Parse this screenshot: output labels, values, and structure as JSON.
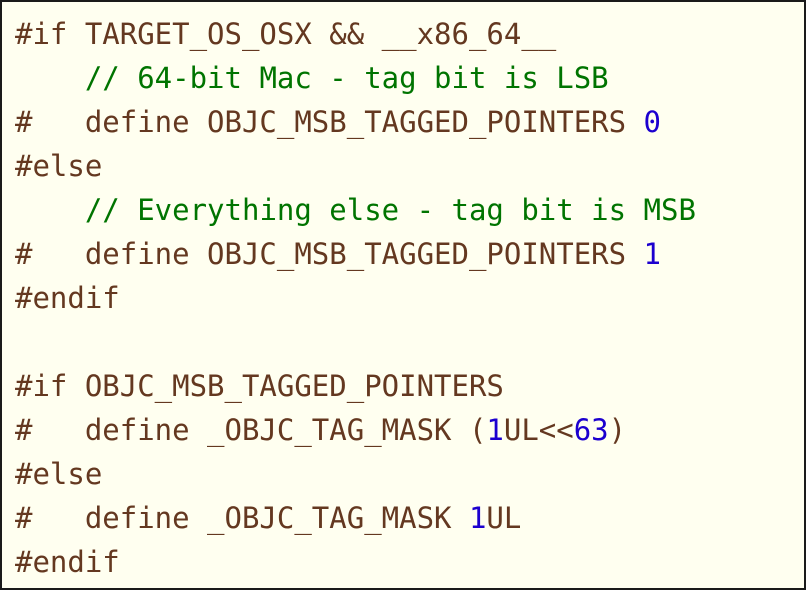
{
  "colors": {
    "background": "#fffff0",
    "preprocessor": "#643820",
    "comment": "#007400",
    "number": "#1c00cf",
    "border": "#1a1a1a"
  },
  "code": {
    "lines": [
      {
        "tokens": [
          {
            "type": "pp",
            "text": "#if TARGET_OS_OSX && __x86_64__"
          }
        ]
      },
      {
        "tokens": [
          {
            "type": "text",
            "text": "    "
          },
          {
            "type": "comment",
            "text": "// 64-bit Mac - tag bit is LSB"
          }
        ]
      },
      {
        "tokens": [
          {
            "type": "pp",
            "text": "#   define OBJC_MSB_TAGGED_POINTERS "
          },
          {
            "type": "num",
            "text": "0"
          }
        ]
      },
      {
        "tokens": [
          {
            "type": "pp",
            "text": "#else"
          }
        ]
      },
      {
        "tokens": [
          {
            "type": "text",
            "text": "    "
          },
          {
            "type": "comment",
            "text": "// Everything else - tag bit is MSB"
          }
        ]
      },
      {
        "tokens": [
          {
            "type": "pp",
            "text": "#   define OBJC_MSB_TAGGED_POINTERS "
          },
          {
            "type": "num",
            "text": "1"
          }
        ]
      },
      {
        "tokens": [
          {
            "type": "pp",
            "text": "#endif"
          }
        ]
      },
      {
        "tokens": []
      },
      {
        "tokens": [
          {
            "type": "pp",
            "text": "#if OBJC_MSB_TAGGED_POINTERS"
          }
        ]
      },
      {
        "tokens": [
          {
            "type": "pp",
            "text": "#   define _OBJC_TAG_MASK ("
          },
          {
            "type": "num",
            "text": "1"
          },
          {
            "type": "pp",
            "text": "UL<<"
          },
          {
            "type": "num",
            "text": "63"
          },
          {
            "type": "pp",
            "text": ")"
          }
        ]
      },
      {
        "tokens": [
          {
            "type": "pp",
            "text": "#else"
          }
        ]
      },
      {
        "tokens": [
          {
            "type": "pp",
            "text": "#   define _OBJC_TAG_MASK "
          },
          {
            "type": "num",
            "text": "1"
          },
          {
            "type": "pp",
            "text": "UL"
          }
        ]
      },
      {
        "tokens": [
          {
            "type": "pp",
            "text": "#endif"
          }
        ]
      }
    ]
  }
}
